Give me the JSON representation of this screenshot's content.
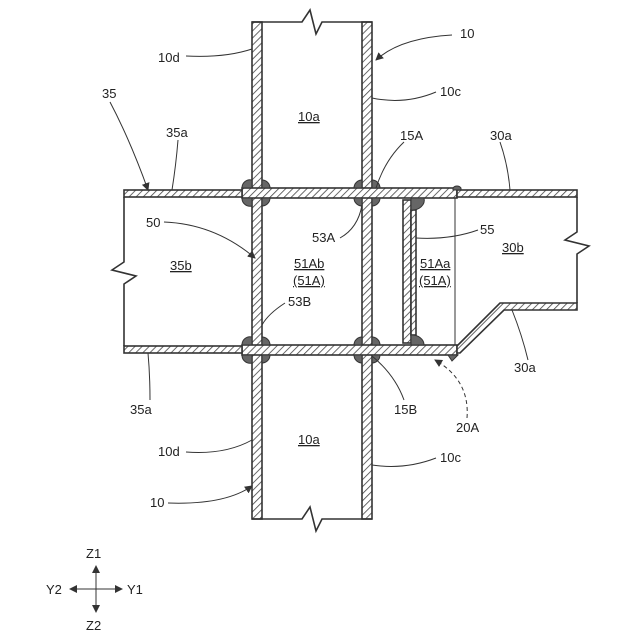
{
  "labels": {
    "l10_top": "10",
    "l10d_top": "10d",
    "l10c_top": "10c",
    "l10a_top": "10a",
    "l35": "35",
    "l35a_top": "35a",
    "l15A": "15A",
    "l30a_top": "30a",
    "l50": "50",
    "l53A": "53A",
    "l55": "55",
    "l35b": "35b",
    "l51Ab": "51Ab",
    "l51A_left": "(51A)",
    "l51Aa": "51Aa",
    "l51A_right": "(51A)",
    "l30b": "30b",
    "l53B": "53B",
    "l30a_bot": "30a",
    "l35a_bot": "35a",
    "l15B": "15B",
    "l20A": "20A",
    "l10a_bot": "10a",
    "l10d_bot": "10d",
    "l10c_bot": "10c",
    "l10_bot": "10"
  },
  "axes": {
    "z1": "Z1",
    "z2": "Z2",
    "y1": "Y1",
    "y2": "Y2"
  }
}
